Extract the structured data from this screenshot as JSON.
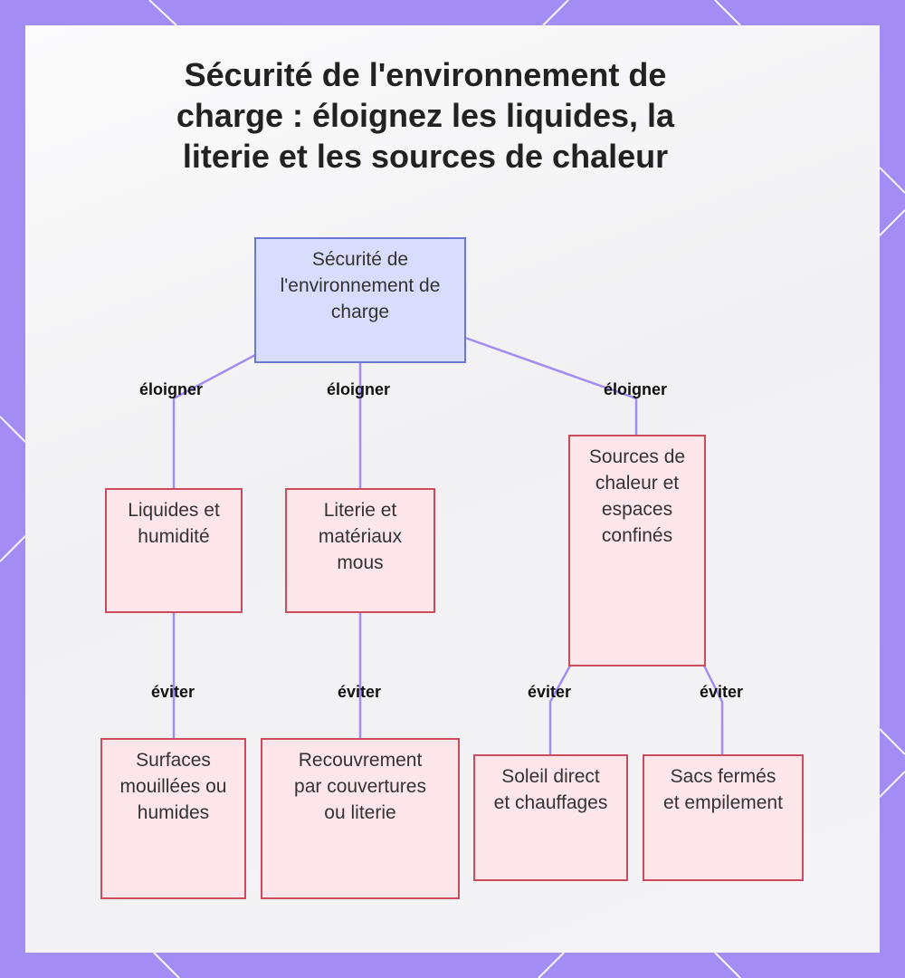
{
  "title": "Sécurité de l'environnement de charge : éloignez les liquides, la literie et les sources de chaleur",
  "nodes": {
    "root": "Sécurité de l'environnement de charge",
    "liquides": "Liquides et humidité",
    "literie": "Literie et matériaux mous",
    "chaleur": "Sources de chaleur et espaces confinés",
    "surfaces": "Surfaces mouillées ou humides",
    "recouvrement": "Recouvrement par couvertures ou literie",
    "soleil": "Soleil direct et chauffages",
    "sacs": "Sacs fermés et empilement"
  },
  "edges": {
    "e1": "éloigner",
    "e2": "éloigner",
    "e3": "éloigner",
    "e4": "éviter",
    "e5": "éviter",
    "e6": "éviter",
    "e7": "éviter"
  },
  "colors": {
    "frame": "#a48cf5",
    "root_fill": "#d8dcfd",
    "root_border": "#6878d4",
    "leaf_fill": "#fde6ea",
    "leaf_border": "#cc4b5e",
    "edge": "#a48cf5"
  }
}
